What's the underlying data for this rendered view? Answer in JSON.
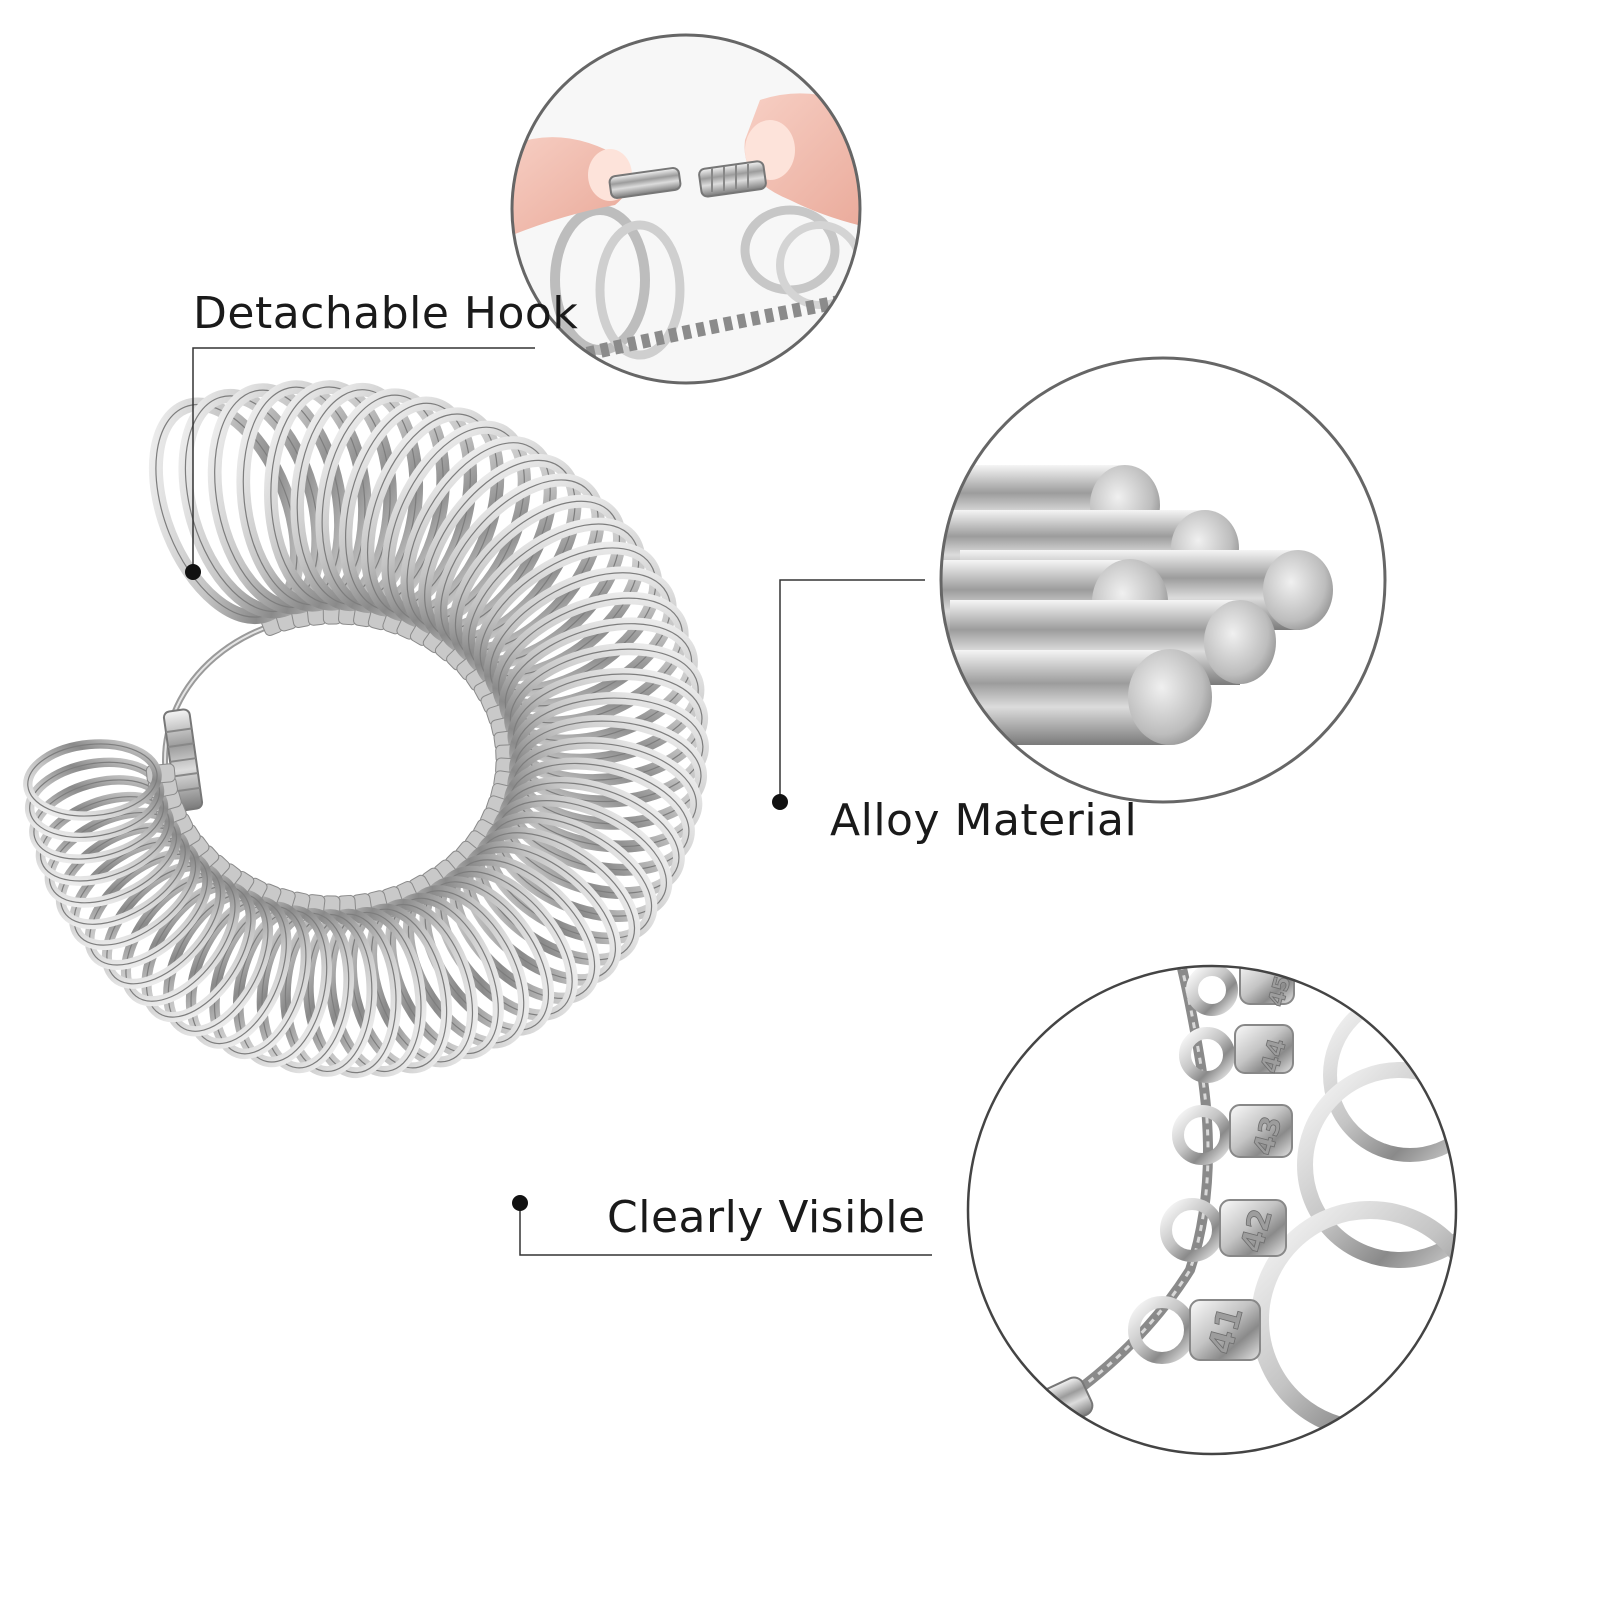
{
  "callouts": {
    "detachable_hook": "Detachable Hook",
    "alloy_material": "Alloy Material",
    "clearly_visible": "Clearly Visible"
  },
  "tag_numbers": [
    "41",
    "42",
    "43",
    "44",
    "45"
  ],
  "colors": {
    "background": "#ffffff",
    "text": "#1a1a1a",
    "leader_line": "#333333",
    "metal_light": "#f2f2f2",
    "metal_mid": "#b9b9b9",
    "metal_dark": "#6f6f6f",
    "skin": "#f1bfb2",
    "circle_border": "#555555"
  },
  "icons": [
    "ring-sizer-icon",
    "metal-rods-icon",
    "number-tags-icon",
    "finger-hook-icon"
  ]
}
